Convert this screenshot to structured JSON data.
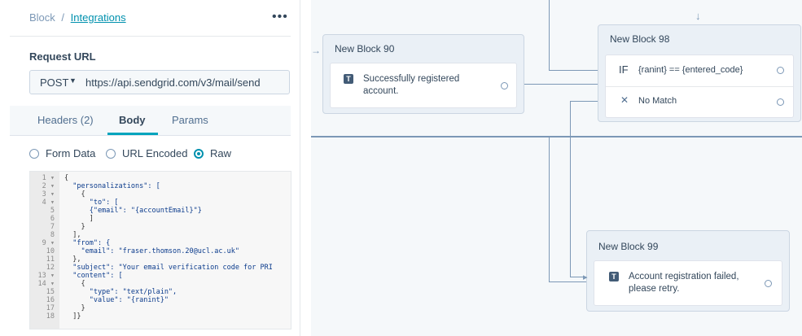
{
  "breadcrumb": {
    "root": "Block",
    "separator": "/",
    "current": "Integrations"
  },
  "menu": {
    "more": "•••"
  },
  "request": {
    "label": "Request URL",
    "method": "POST",
    "url": "https://api.sendgrid.com/v3/mail/send"
  },
  "tabs": [
    {
      "label": "Headers (2)"
    },
    {
      "label": "Body"
    },
    {
      "label": "Params"
    }
  ],
  "body_types": [
    {
      "label": "Form Data",
      "selected": false
    },
    {
      "label": "URL Encoded",
      "selected": false
    },
    {
      "label": "Raw",
      "selected": true
    }
  ],
  "code": {
    "line_numbers": [
      "1 ▾",
      "2 ▾",
      "3 ▾",
      "4 ▾",
      "5",
      "6",
      "7",
      "8",
      "9 ▾",
      "10",
      "11",
      "12",
      "13 ▾",
      "14 ▾",
      "15",
      "16",
      "17",
      "18"
    ],
    "lines": [
      "{",
      "  \"personalizations\": [",
      "    {",
      "      \"to\": [",
      "      {\"email\": \"{accountEmail}\"}",
      "      ]",
      "    }",
      "  ],",
      "  \"from\": {",
      "    \"email\": \"fraser.thomson.20@ucl.ac.uk\"",
      "  },",
      "  \"subject\": \"Your email verification code for PRI",
      "  \"content\": [",
      "    {",
      "      \"type\": \"text/plain\",",
      "      \"value\": \"{ranint}\"",
      "    }",
      "  ]}"
    ]
  },
  "canvas": {
    "block90": {
      "title": "New Block 90",
      "icon": "T",
      "text_line1": "Successfully registered",
      "text_line2": "account."
    },
    "block98": {
      "title": "New Block 98",
      "if_label": "IF",
      "condition": "{ranint} == {entered_code}",
      "nomatch_icon": "✕",
      "nomatch_label": "No Match"
    },
    "block99": {
      "title": "New Block 99",
      "icon": "T",
      "text_line1": "Account registration failed,",
      "text_line2": "please retry."
    },
    "down_arrow": "↓",
    "in_arrow": "→",
    "tip_arrow": "▸"
  }
}
